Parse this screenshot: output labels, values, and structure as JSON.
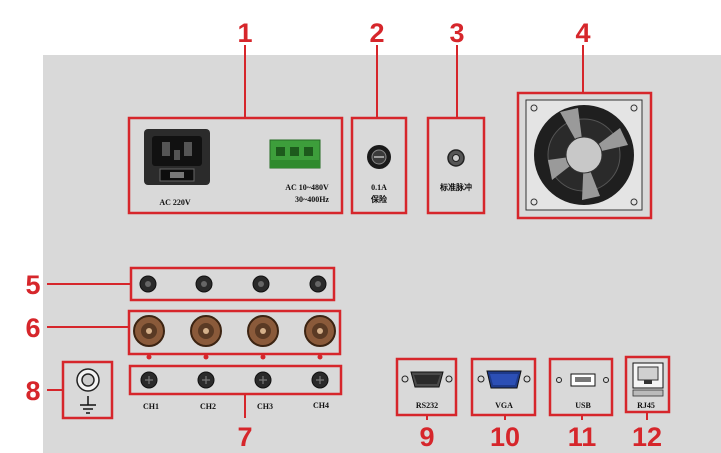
{
  "panel": {
    "color": "#d9d9d9"
  },
  "accent_color": "#d6262b",
  "callouts": [
    "1",
    "2",
    "3",
    "4",
    "5",
    "6",
    "7",
    "8",
    "9",
    "10",
    "11",
    "12"
  ],
  "labels": {
    "ac_power": "AC 220V",
    "dc_input_line1": "AC 10~480V",
    "dc_input_line2": "30~400Hz",
    "fuse_line1": "0.1A",
    "fuse_line2": "保险",
    "std_pulse": "标准脉冲",
    "ch1": "CH1",
    "ch2": "CH2",
    "ch3": "CH3",
    "ch4": "CH4",
    "rs232": "RS232",
    "vga": "VGA",
    "usb": "USB",
    "rj45": "RJ45"
  }
}
